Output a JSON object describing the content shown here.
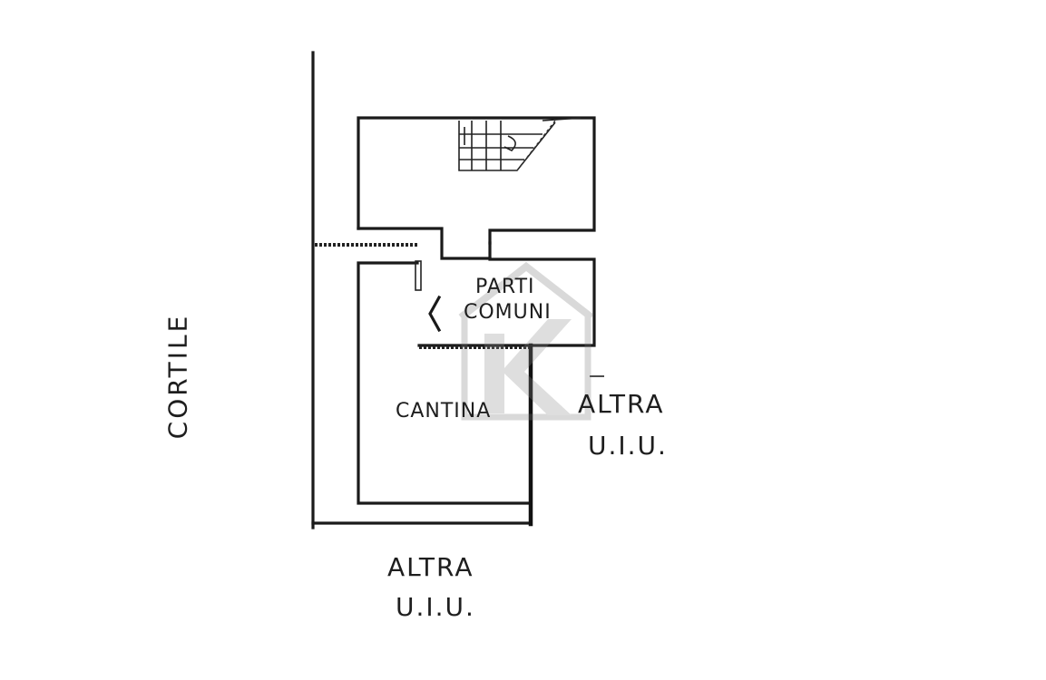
{
  "labels": {
    "cortile": "CORTILE",
    "parti_line1": "PARTI",
    "parti_line2": "COMUNI",
    "cantina": "CANTINA",
    "altra_right_line1": "ALTRA",
    "altra_right_line2": "U.I.U.",
    "altra_bottom_line1": "ALTRA",
    "altra_bottom_line2": "U.I.U."
  },
  "watermark": {
    "icon": "house-k-logo-icon",
    "color": "#9a9a9a"
  }
}
